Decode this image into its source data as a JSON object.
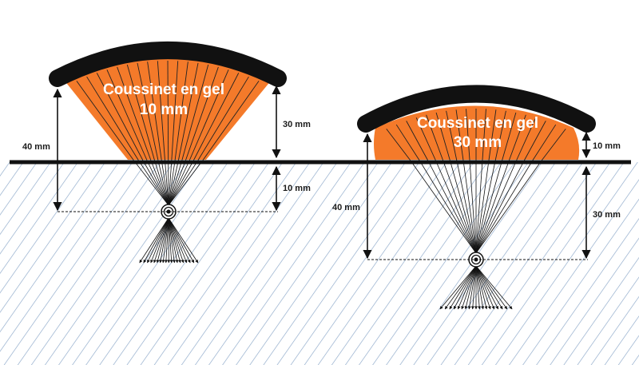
{
  "colors": {
    "gel": "#f47a2a",
    "frame": "#111111",
    "hatch": "#8aa6c8",
    "text_on_gel": "#ffffff"
  },
  "pads": [
    {
      "title_line1": "Coussinet en gel",
      "title_line2": "10 mm",
      "gel_thickness_mm": 10,
      "dims": {
        "total_depth": "40 mm",
        "gel_height": "30 mm",
        "focus_below_surface": "10 mm"
      }
    },
    {
      "title_line1": "Coussinet en gel",
      "title_line2": "30 mm",
      "gel_thickness_mm": 30,
      "dims": {
        "total_depth": "40 mm",
        "gel_height": "10 mm",
        "focus_below_surface": "30 mm"
      }
    }
  ]
}
